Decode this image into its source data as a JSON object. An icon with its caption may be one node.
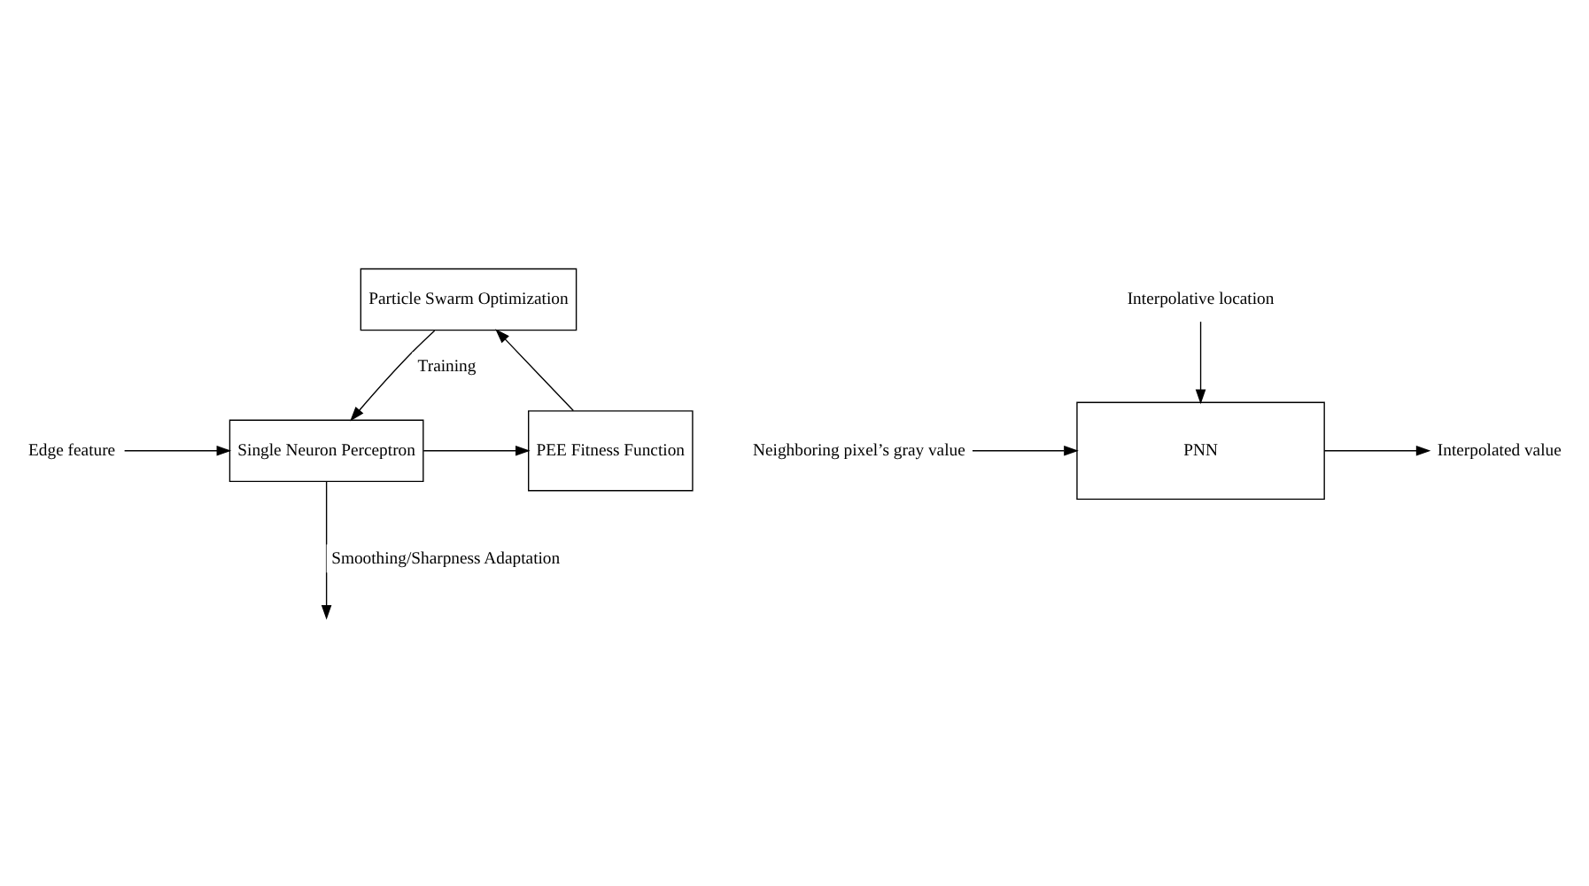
{
  "diagram": {
    "nodes": [
      {
        "text": [
          "Particle Swarm Optimization"
        ]
      },
      {
        "text": [
          "PEE Fitness Function"
        ]
      },
      {
        "text": [
          "Single Neuron Perceptron"
        ]
      },
      {
        "text": [
          "Edge feature"
        ]
      },
      {
        "text": [
          "PNN"
        ]
      },
      {
        "text": [
          "Neighboring pixel’s gray value"
        ]
      },
      {
        "text": [
          "Interpolative location"
        ]
      },
      {
        "text": [
          "Interpolated value"
        ]
      }
    ],
    "edges": [
      {
        "from": 0,
        "to": 2,
        "arrow": "to",
        "label": "Training"
      },
      {
        "from": 2,
        "to": 1,
        "arrow": "to"
      },
      {
        "from": 1,
        "to": 0,
        "arrow": "to"
      },
      {
        "from": 3,
        "to": 2,
        "arrow": "to"
      },
      {
        "from": 2,
        "to": null,
        "arrow": "to",
        "label": "Smoothing/Sharpness Adaptation"
      },
      {
        "from": 5,
        "to": 4,
        "arrow": "to"
      },
      {
        "from": 6,
        "to": 4,
        "arrow": "to"
      },
      {
        "from": 4,
        "to": 7,
        "arrow": "to"
      }
    ]
  }
}
